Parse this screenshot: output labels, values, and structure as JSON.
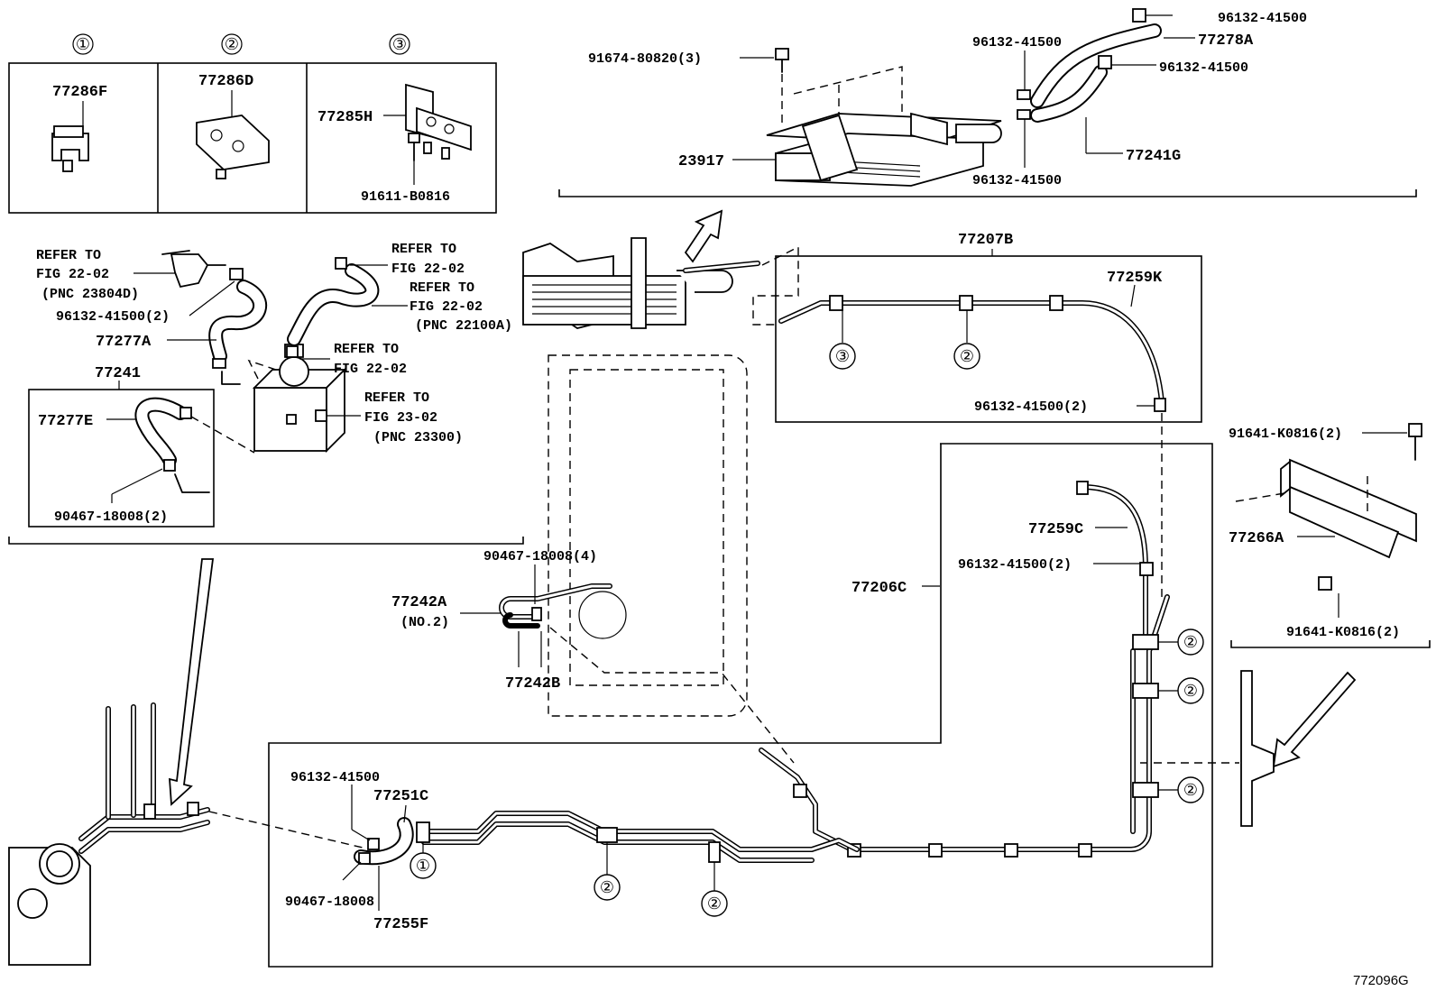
{
  "diagram_id": "772096G",
  "markers": [
    "①",
    "②",
    "③"
  ],
  "labels": {
    "p77286F": "77286F",
    "p77286D": "77286D",
    "p77285H": "77285H",
    "p91611": "91611-B0816",
    "p91674": "91674-80820(3)",
    "p96132a": "96132-41500",
    "p77278A": "77278A",
    "p96132b": "96132-41500",
    "p96132c": "96132-41500",
    "p77241G": "77241G",
    "p96132d": "96132-41500",
    "p23917": "23917",
    "p77207B": "77207B",
    "p77259K": "77259K",
    "p96132e": "96132-41500(2)",
    "refer1a": "REFER TO",
    "refer1b": "FIG 22-02",
    "refer1c": "(PNC 23804D)",
    "p96132f": "96132-41500(2)",
    "p77277A": "77277A",
    "p77241": "77241",
    "p77277E": "77277E",
    "p90467a": "90467-18008(2)",
    "refer2a": "REFER TO",
    "refer2b": "FIG 22-02",
    "refer3a": "REFER TO",
    "refer3b": "FIG 22-02",
    "refer3c": "(PNC 22100A)",
    "refer4a": "REFER TO",
    "refer4b": "FIG 22-02",
    "refer5a": "REFER TO",
    "refer5b": "FIG 23-02",
    "refer5c": "(PNC 23300)",
    "p90467b": "90467-18008(4)",
    "p77242A": "77242A",
    "no2": "(NO.2)",
    "p77242B": "77242B",
    "p77206C": "77206C",
    "p77259C": "77259C",
    "p96132g": "96132-41500(2)",
    "p91641a": "91641-K0816(2)",
    "p77266A": "77266A",
    "p91641b": "91641-K0816(2)",
    "p96132h": "96132-41500",
    "p77251C": "77251C",
    "p90467c": "90467-18008",
    "p77255F": "77255F"
  }
}
